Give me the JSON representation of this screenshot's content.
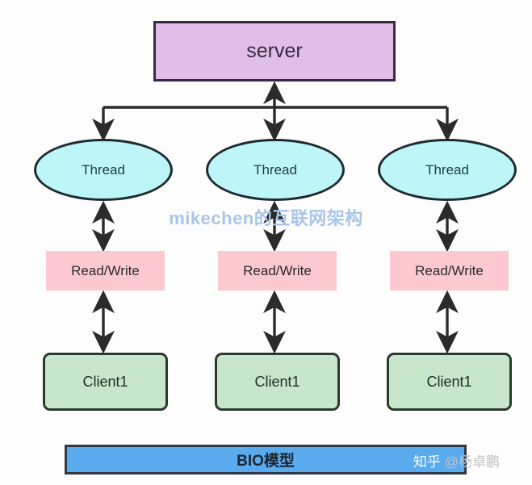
{
  "diagram": {
    "title": "BIO模型",
    "watermark": "mikechen的互联网架构",
    "attribution_site": "知乎",
    "attribution_handle": "@杨卓鹏",
    "colors": {
      "server_fill": "#e1bee7",
      "server_stroke": "#3b2a45",
      "thread_fill": "#bdf5f8",
      "thread_stroke": "#1f2b30",
      "readwrite_fill": "#fbc9cf",
      "client_fill": "#c8e6cb",
      "client_stroke": "#2a3a2c",
      "banner_fill": "#5aaaee",
      "banner_stroke": "#2f3a45",
      "connector": "#2b2b2b",
      "watermark": "#a9c6e8",
      "background": "#fdfdfd"
    },
    "server": {
      "label": "server"
    },
    "columns": [
      {
        "thread_label": "Thread",
        "readwrite_label": "Read/Write",
        "client_label": "Client1"
      },
      {
        "thread_label": "Thread",
        "readwrite_label": "Read/Write",
        "client_label": "Client1"
      },
      {
        "thread_label": "Thread",
        "readwrite_label": "Read/Write",
        "client_label": "Client1"
      }
    ],
    "connectors": [
      {
        "from": "thread-bus",
        "to": "server",
        "style": "arrow-up"
      },
      {
        "from": "bus",
        "to": "thread-1",
        "style": "arrow-down"
      },
      {
        "from": "bus",
        "to": "thread-2",
        "style": "arrow-down"
      },
      {
        "from": "bus",
        "to": "thread-3",
        "style": "arrow-down"
      },
      {
        "from": "thread-1",
        "to": "readwrite-1",
        "style": "bidirectional"
      },
      {
        "from": "thread-2",
        "to": "readwrite-2",
        "style": "bidirectional"
      },
      {
        "from": "thread-3",
        "to": "readwrite-3",
        "style": "bidirectional"
      },
      {
        "from": "readwrite-1",
        "to": "client-1",
        "style": "bidirectional"
      },
      {
        "from": "readwrite-2",
        "to": "client-2",
        "style": "bidirectional"
      },
      {
        "from": "readwrite-3",
        "to": "client-3",
        "style": "bidirectional"
      }
    ]
  }
}
